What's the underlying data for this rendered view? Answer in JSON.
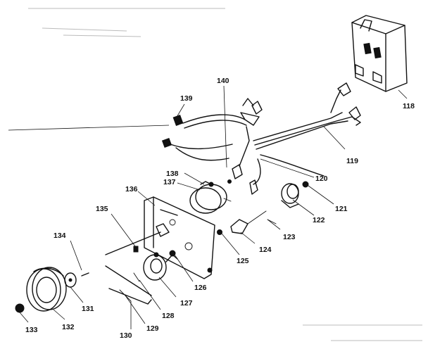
{
  "callouts": [
    {
      "id": "118",
      "text": "118"
    },
    {
      "id": "119",
      "text": "119"
    },
    {
      "id": "120",
      "text": "120"
    },
    {
      "id": "121",
      "text": "121"
    },
    {
      "id": "122",
      "text": "122"
    },
    {
      "id": "123",
      "text": "123"
    },
    {
      "id": "124",
      "text": "124"
    },
    {
      "id": "125",
      "text": "125"
    },
    {
      "id": "126",
      "text": "126"
    },
    {
      "id": "127",
      "text": "127"
    },
    {
      "id": "128",
      "text": "128"
    },
    {
      "id": "129",
      "text": "129"
    },
    {
      "id": "130",
      "text": "130"
    },
    {
      "id": "131",
      "text": "131"
    },
    {
      "id": "132",
      "text": "132"
    },
    {
      "id": "133",
      "text": "133"
    },
    {
      "id": "134",
      "text": "134"
    },
    {
      "id": "135",
      "text": "135"
    },
    {
      "id": "136",
      "text": "136"
    },
    {
      "id": "137",
      "text": "137"
    },
    {
      "id": "138",
      "text": "138"
    },
    {
      "id": "139",
      "text": "139"
    },
    {
      "id": "140",
      "text": "140"
    }
  ]
}
